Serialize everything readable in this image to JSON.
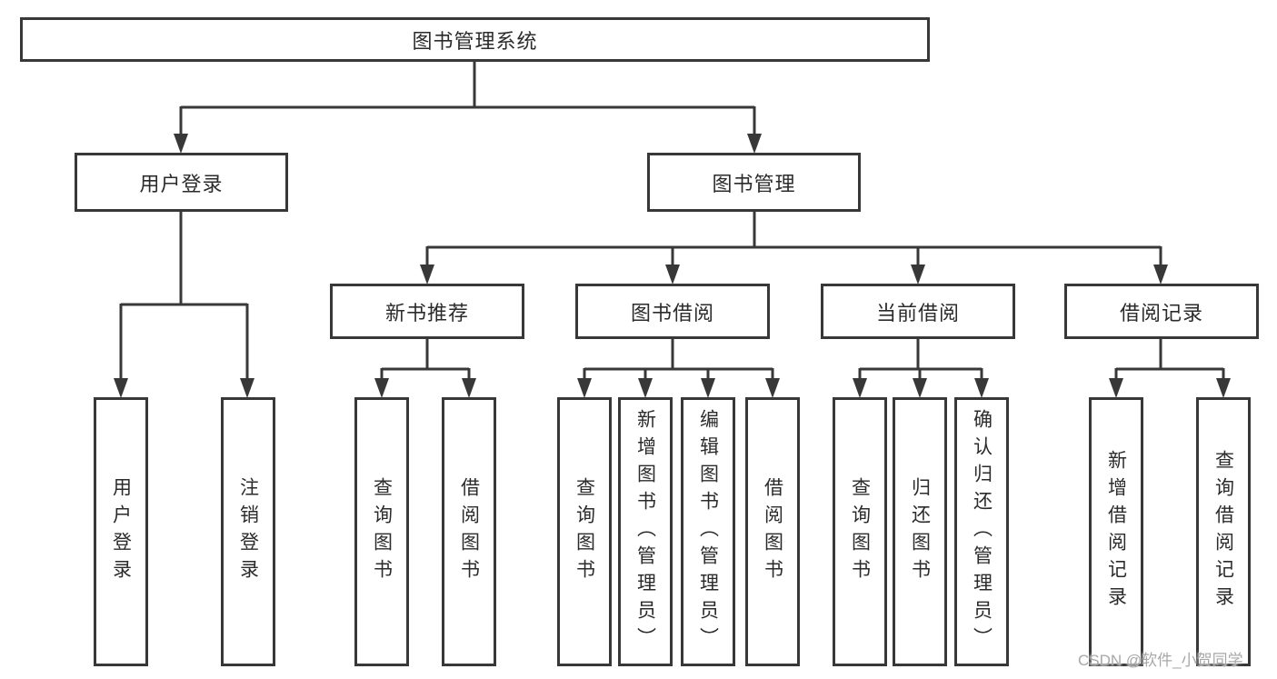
{
  "colors": {
    "line": "#383838",
    "box_border": "#383838",
    "text": "#2b2b2b",
    "background": "#ffffff",
    "watermark": "#a8a8a8"
  },
  "watermark": "CSDN @软件_小贺同学",
  "nodes": {
    "root": {
      "label": "图书管理系统"
    },
    "level2": [
      {
        "label": "用户登录"
      },
      {
        "label": "图书管理"
      }
    ],
    "level3": [
      {
        "label": "新书推荐"
      },
      {
        "label": "图书借阅"
      },
      {
        "label": "当前借阅"
      },
      {
        "label": "借阅记录"
      }
    ],
    "leaves": {
      "user_login": [
        {
          "label": "用户登录"
        },
        {
          "label": "注销登录"
        }
      ],
      "new_book_rec": [
        {
          "label": "查询图书"
        },
        {
          "label": "借阅图书"
        }
      ],
      "book_borrow": [
        {
          "label": "查询图书"
        },
        {
          "label": "新增图书（管理员）"
        },
        {
          "label": "编辑图书（管理员）"
        },
        {
          "label": "借阅图书"
        }
      ],
      "current_borrow": [
        {
          "label": "查询图书"
        },
        {
          "label": "归还图书"
        },
        {
          "label": "确认归还（管理员）"
        }
      ],
      "borrow_record": [
        {
          "label": "新增借阅记录"
        },
        {
          "label": "查询借阅记录"
        }
      ]
    }
  }
}
